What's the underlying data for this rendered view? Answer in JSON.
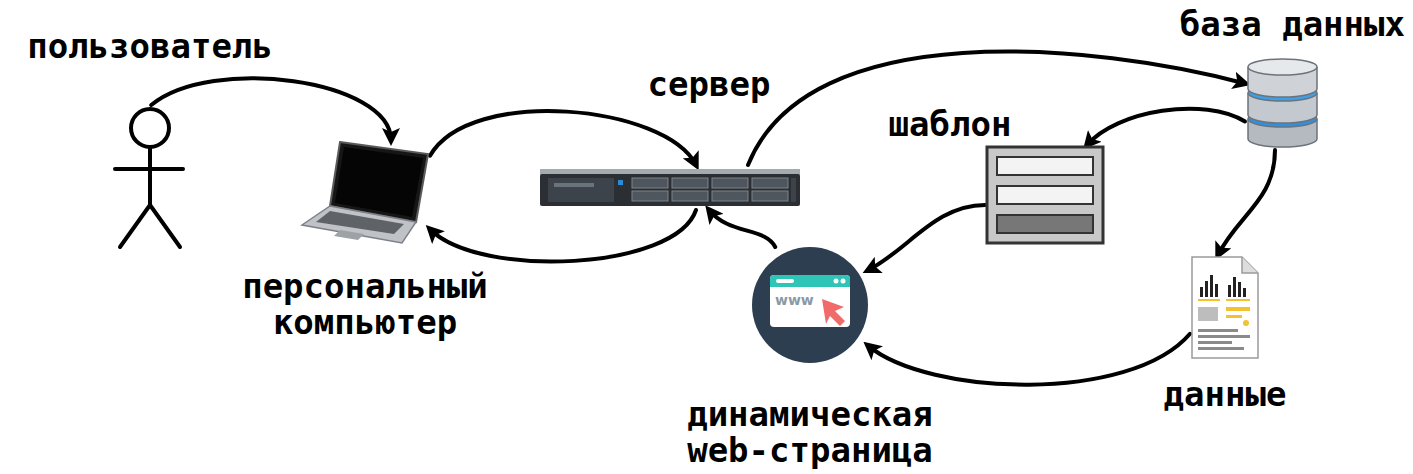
{
  "diagram": {
    "nodes": [
      {
        "text": [
          "пользователь"
        ]
      },
      {
        "text": [
          "персональный компьютер"
        ]
      },
      {
        "text": [
          "сервер"
        ]
      },
      {
        "text": [
          "база данных"
        ]
      },
      {
        "text": [
          "шаблон"
        ]
      },
      {
        "text": [
          "динамическая web-страница"
        ]
      },
      {
        "text": [
          "данные"
        ]
      }
    ],
    "edges": [
      {
        "from": 0,
        "to": 1,
        "arrow": "to"
      },
      {
        "from": 1,
        "to": 2,
        "arrow": "to"
      },
      {
        "from": 2,
        "to": 1,
        "arrow": "to"
      },
      {
        "from": 2,
        "to": 3,
        "arrow": "to"
      },
      {
        "from": 3,
        "to": 4,
        "arrow": "to"
      },
      {
        "from": 3,
        "to": 6,
        "arrow": "to"
      },
      {
        "from": 4,
        "to": 5,
        "arrow": "to"
      },
      {
        "from": 6,
        "to": 5,
        "arrow": "to"
      },
      {
        "from": 5,
        "to": 2,
        "arrow": "to"
      }
    ],
    "labels": [
      "www"
    ]
  }
}
